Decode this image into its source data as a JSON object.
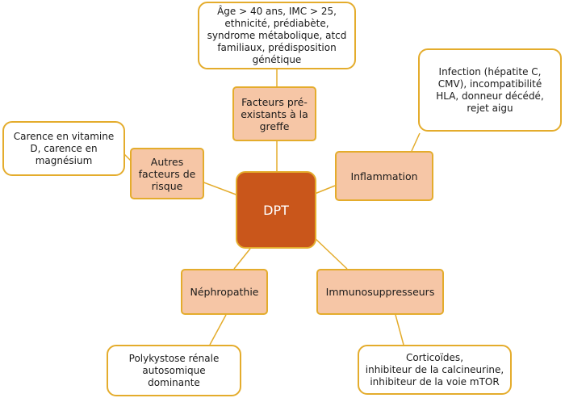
{
  "colors": {
    "connector": "#e4ac2c",
    "border": "#e4ac2c",
    "factor_fill": "#f6c6a6",
    "center_fill": "#c9561b"
  },
  "center": {
    "label": "DPT"
  },
  "factors": {
    "preexisting": "Facteurs pré-\nexistants à la\ngreffe",
    "inflammation": "Inflammation",
    "immunosuppressants": "Immunosuppresseurs",
    "nephropathy": "Néphropathie",
    "other": "Autres\nfacteurs de\nrisque"
  },
  "details": {
    "preexisting": "Âge > 40 ans, IMC > 25,\nethnicité, prédiabète,\nsyndrome métabolique, atcd\nfamiliaux, prédisposition\ngénétique",
    "inflammation": "Infection (hépatite C,\nCMV), incompatibilité\nHLA, donneur décédé,\nrejet aigu",
    "immunosuppressants": "Corticoïdes,\ninhibiteur de la calcineurine,\ninhibiteur de la voie mTOR",
    "nephropathy": "Polykystose rénale\nautosomique\ndominante",
    "other": "Carence en vitamine\nD, carence en\nmagnésium"
  }
}
